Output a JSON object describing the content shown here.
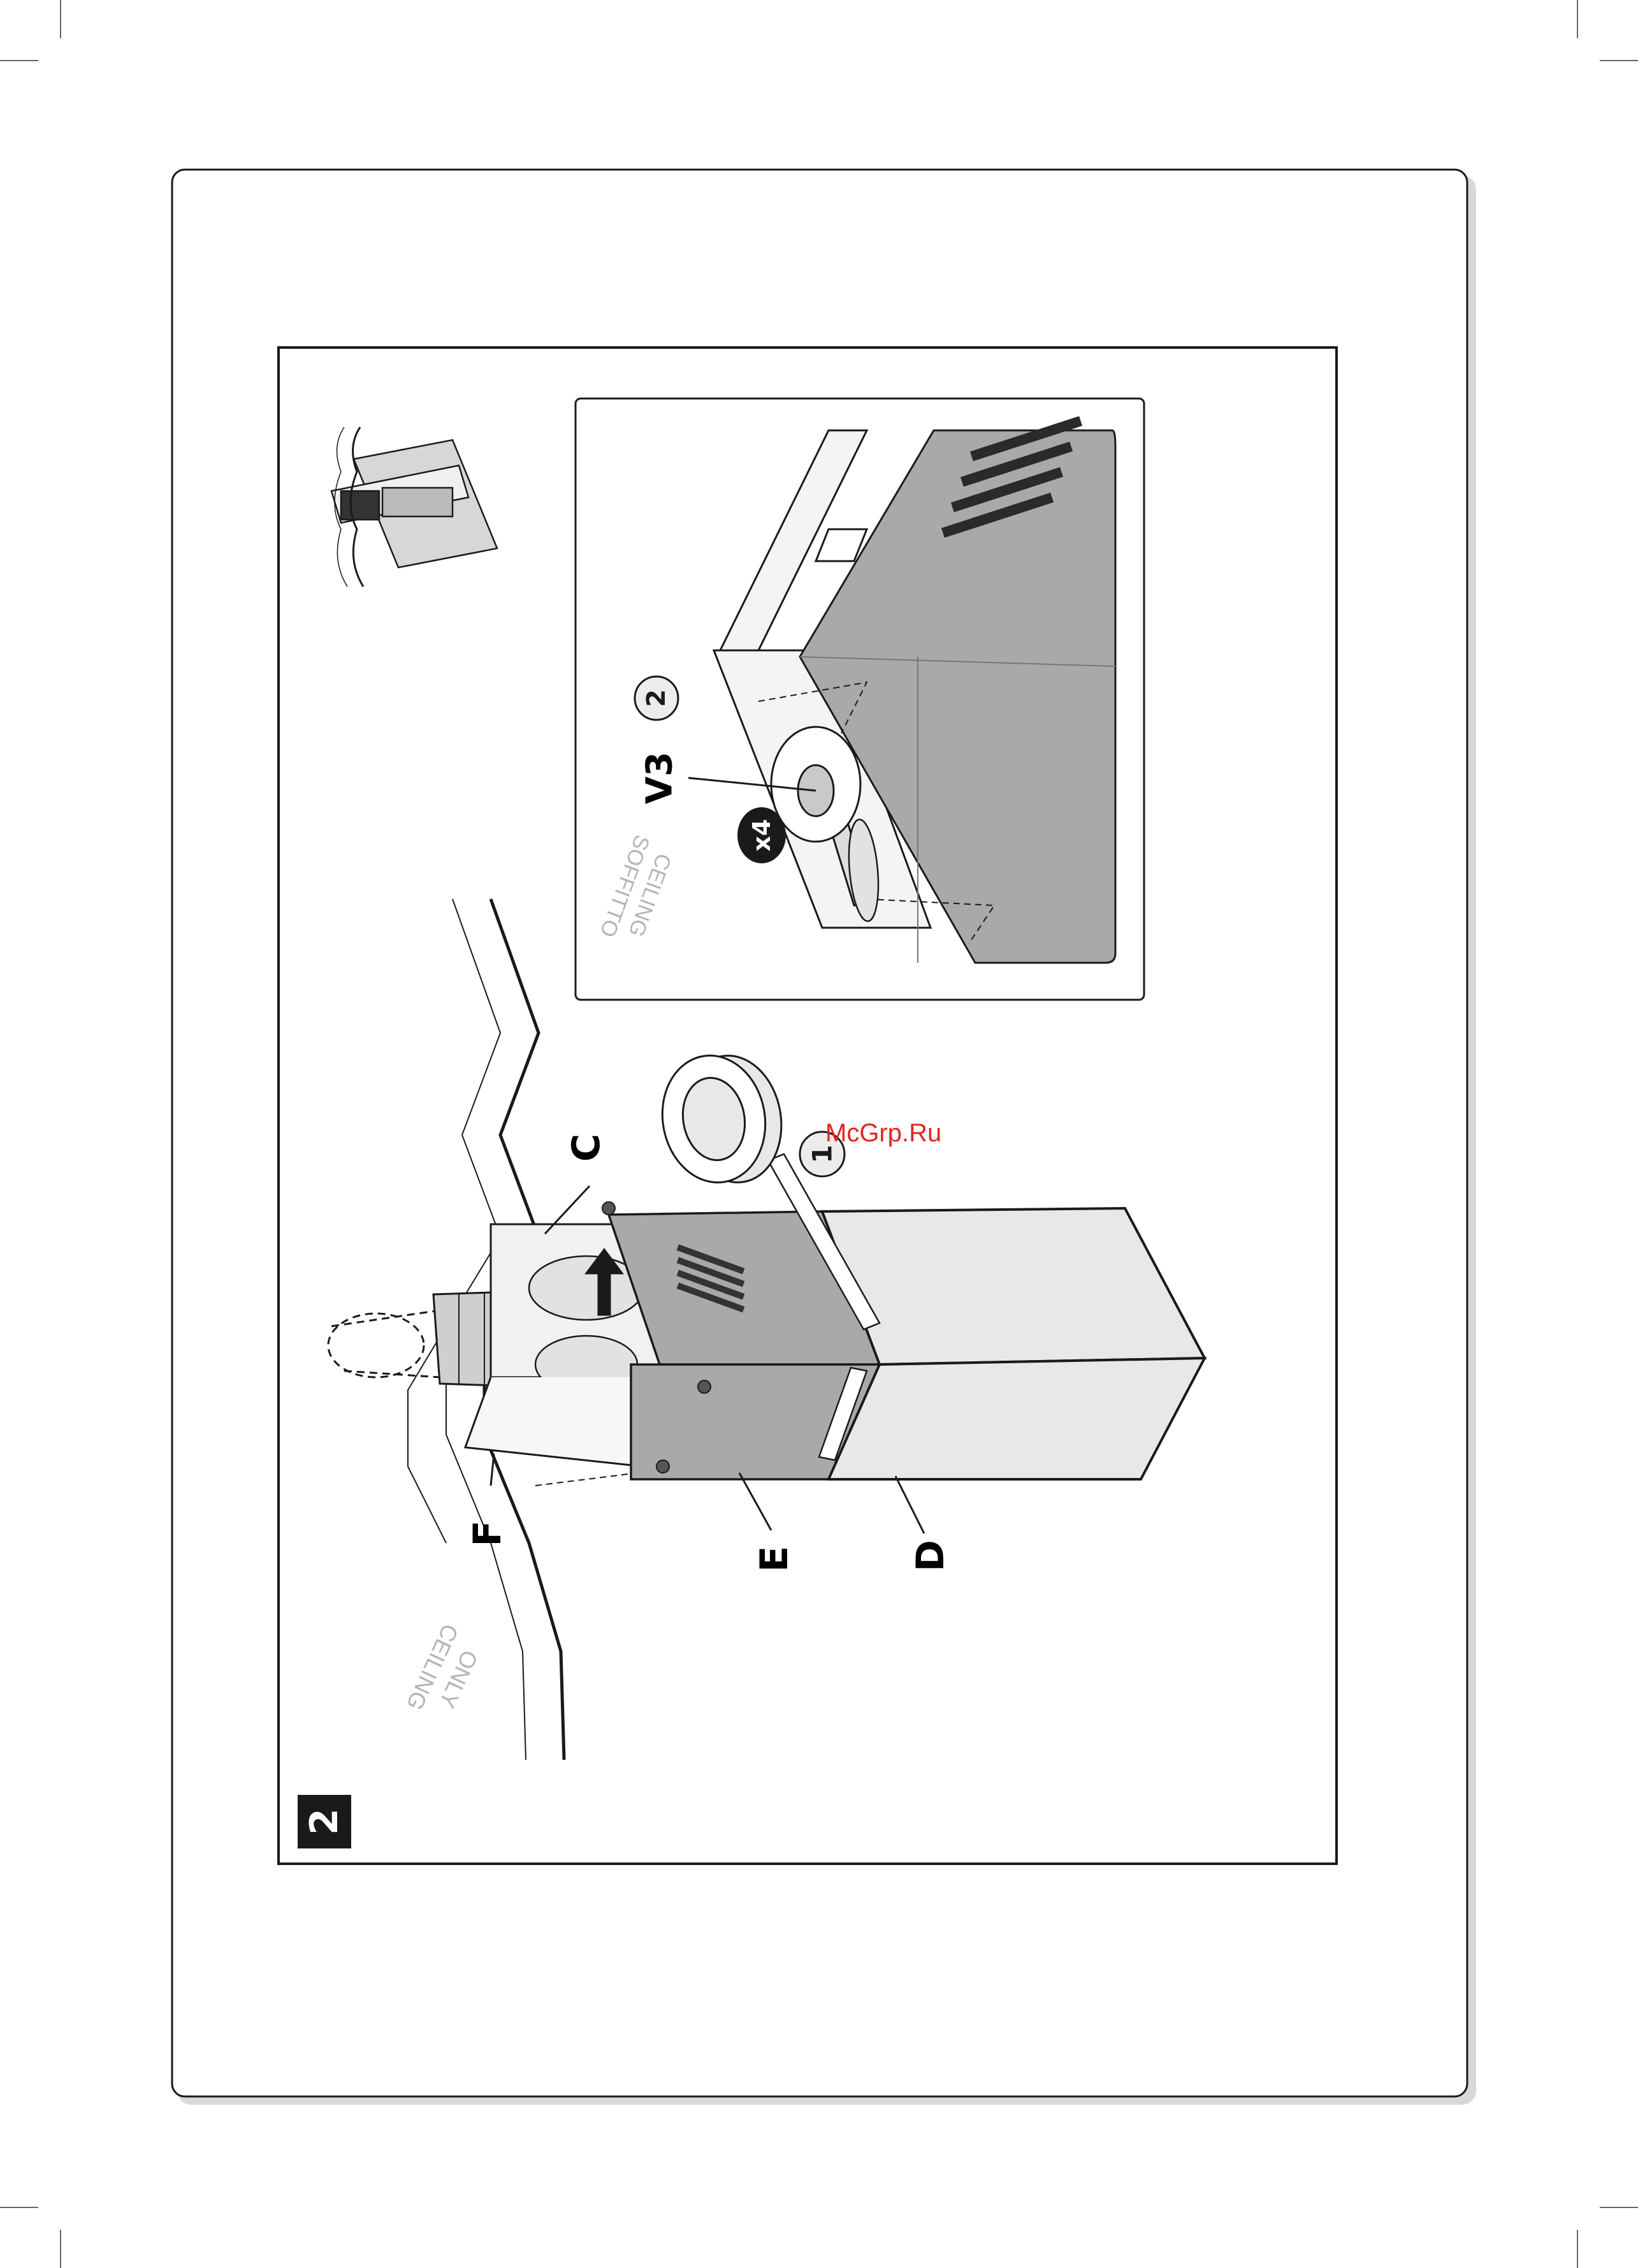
{
  "step": {
    "number": "2"
  },
  "labels": {
    "C": "C",
    "D": "D",
    "E": "E",
    "F": "F",
    "V3": "V3",
    "x4": "x4",
    "circle_1": "1",
    "circle_2": "2"
  },
  "ceiling_text": {
    "only_line1": "ONLY",
    "only_line2": "CEILING",
    "inset_line1": "CEILING",
    "inset_line2": "SOFFITTO"
  },
  "watermark": "McGrp.Ru",
  "colors": {
    "line": "#1a1a1a",
    "panel_gray": "#a9a9a9",
    "panel_light": "#e8e8e8",
    "metal": "#f1f1f1",
    "faint_text": "#b5b5b5",
    "watermark": "#e02525"
  }
}
